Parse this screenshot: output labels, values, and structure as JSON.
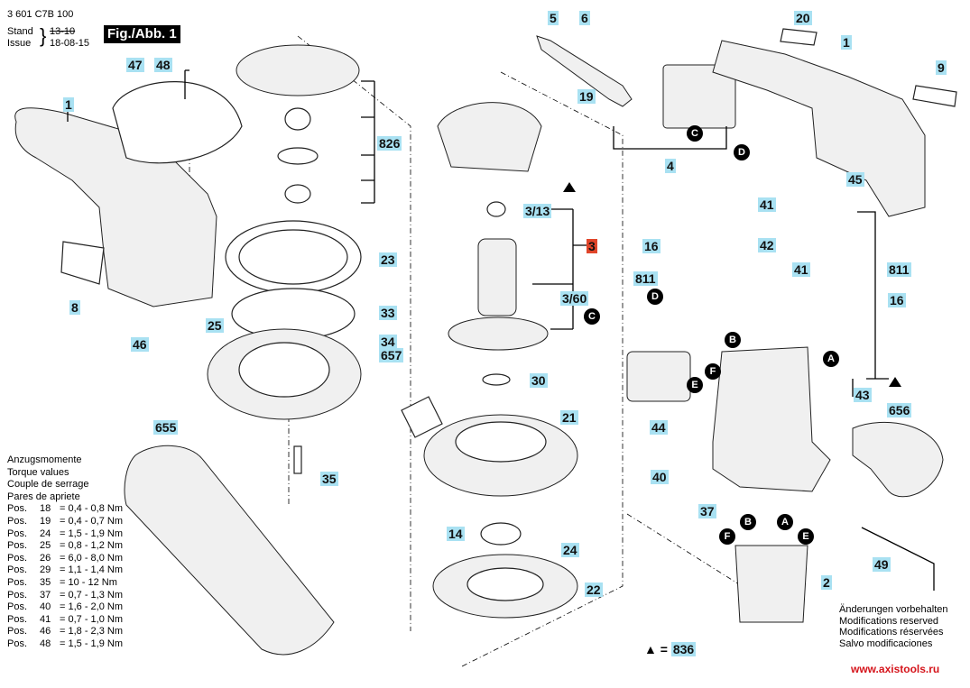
{
  "header": {
    "article_number": "3 601 C7B 100",
    "stand_label": "Stand",
    "issue_label": "Issue",
    "stand_value_struck": "13-10",
    "issue_value": "18-08-15",
    "figure_title": "Fig./Abb. 1"
  },
  "parts": {
    "p1a": "1",
    "p1b": "1",
    "p2": "2",
    "p3": "3",
    "p3_13": "3/13",
    "p3_60": "3/60",
    "p4": "4",
    "p5": "5",
    "p6": "6",
    "p8": "8",
    "p9": "9",
    "p14": "14",
    "p16a": "16",
    "p16b": "16",
    "p19": "19",
    "p20": "20",
    "p21": "21",
    "p22": "22",
    "p23": "23",
    "p24": "24",
    "p25": "25",
    "p30": "30",
    "p33": "33",
    "p34": "34",
    "p35": "35",
    "p37": "37",
    "p40": "40",
    "p41a": "41",
    "p41b": "41",
    "p42": "42",
    "p43": "43",
    "p44": "44",
    "p45": "45",
    "p46": "46",
    "p47": "47",
    "p48": "48",
    "p49": "49",
    "p655": "655",
    "p656": "656",
    "p657": "657",
    "p811a": "811",
    "p811b": "811",
    "p826": "826",
    "p836": "836"
  },
  "connectors": {
    "A": "A",
    "B": "B",
    "C": "C",
    "D": "D",
    "E": "E",
    "F": "F"
  },
  "legend": {
    "triangle_equals": "▲ =",
    "triangle_part": "836"
  },
  "torque": {
    "titles": [
      "Anzugsmomente",
      "Torque values",
      "Couple de serrage",
      "Pares de apriete"
    ],
    "pos_label": "Pos.",
    "rows": [
      {
        "pos": "18",
        "value": "= 0,4 - 0,8 Nm"
      },
      {
        "pos": "19",
        "value": "= 0,4 - 0,7 Nm"
      },
      {
        "pos": "24",
        "value": "= 1,5 - 1,9 Nm"
      },
      {
        "pos": "25",
        "value": "= 0,8 - 1,2 Nm"
      },
      {
        "pos": "26",
        "value": "= 6,0 - 8,0 Nm"
      },
      {
        "pos": "29",
        "value": "= 1,1 - 1,4 Nm"
      },
      {
        "pos": "35",
        "value": "= 10  -  12 Nm"
      },
      {
        "pos": "37",
        "value": "= 0,7 - 1,3 Nm"
      },
      {
        "pos": "40",
        "value": "= 1,6 - 2,0 Nm"
      },
      {
        "pos": "41",
        "value": "= 0,7 - 1,0 Nm"
      },
      {
        "pos": "46",
        "value": "= 1,8 - 2,3 Nm"
      },
      {
        "pos": "48",
        "value": "= 1,5 - 1,9 Nm"
      }
    ]
  },
  "notice": {
    "lines": [
      "Änderungen vorbehalten",
      "Modifications reserved",
      "Modifications réservées",
      "Salvo modificaciones"
    ]
  },
  "website": "www.axistools.ru",
  "colors": {
    "label_bg": "#a9e1f2",
    "highlight_label_bg": "#e0452a",
    "website": "#d5141b"
  }
}
